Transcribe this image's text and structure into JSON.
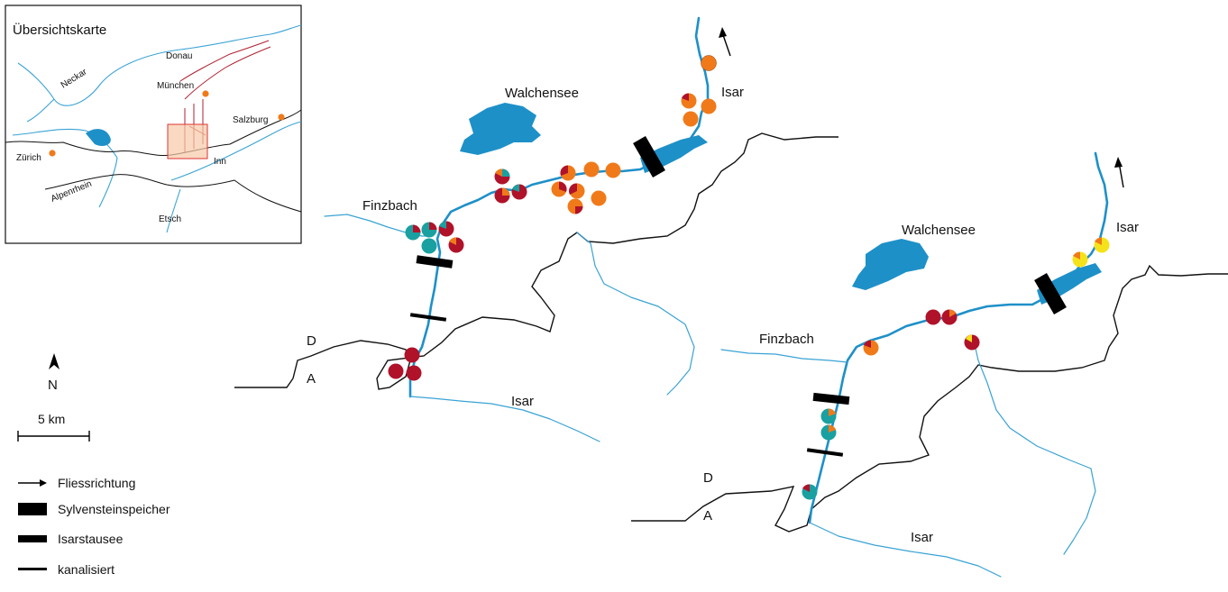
{
  "inset": {
    "title": "Übersichtskarte",
    "labels": {
      "neckar": "Neckar",
      "donau": "Donau",
      "muenchen": "München",
      "salzburg": "Salzburg",
      "zuerich": "Zürich",
      "alpenrhein": "Alpenrhein",
      "inn": "Inn",
      "etsch": "Etsch"
    }
  },
  "map_left": {
    "labels": {
      "walchensee": "Walchensee",
      "isar_top": "Isar",
      "finzbach": "Finzbach",
      "isar_bottom": "Isar",
      "country_d": "D",
      "country_a": "A"
    }
  },
  "map_right": {
    "labels": {
      "walchensee": "Walchensee",
      "isar_top": "Isar",
      "finzbach": "Finzbach",
      "isar_bottom": "Isar",
      "country_d": "D",
      "country_a": "A"
    }
  },
  "north": {
    "label": "N"
  },
  "scale": {
    "label": "5 km"
  },
  "legend": {
    "items": [
      {
        "label": "Fliessrichtung"
      },
      {
        "label": "Sylvensteinspeicher"
      },
      {
        "label": "Isarstausee"
      },
      {
        "label": "kanalisiert"
      }
    ]
  },
  "colors": {
    "river": "#1e90c8",
    "red": "#b0122a",
    "orange": "#f07a1a",
    "teal": "#1aa0a0",
    "yellow": "#f5e21a",
    "border": "#111111"
  }
}
